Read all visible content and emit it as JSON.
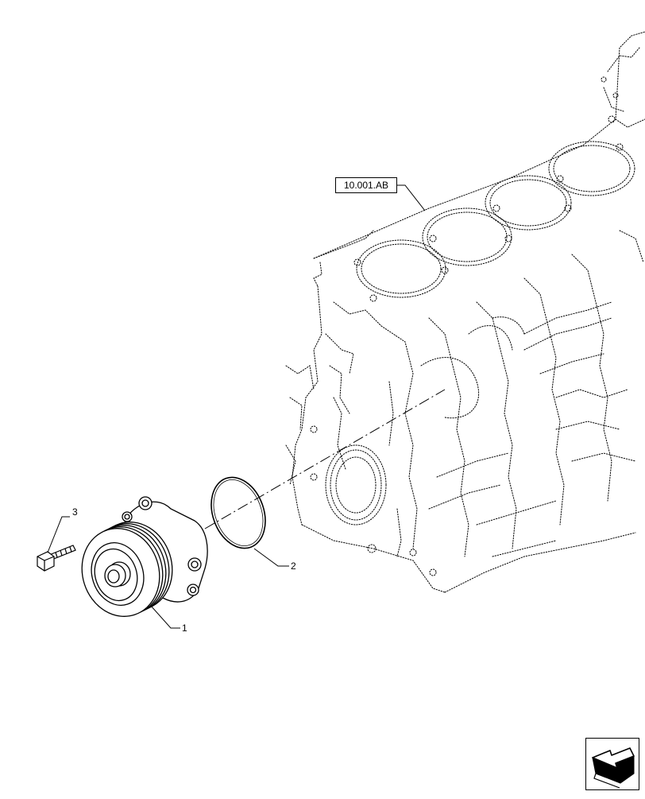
{
  "diagram": {
    "reference": "10.001.AB",
    "callouts": [
      {
        "id": "1",
        "label": "1"
      },
      {
        "id": "2",
        "label": "2"
      },
      {
        "id": "3",
        "label": "3"
      }
    ]
  },
  "navigation": {
    "icon": "arrow-back-icon"
  }
}
